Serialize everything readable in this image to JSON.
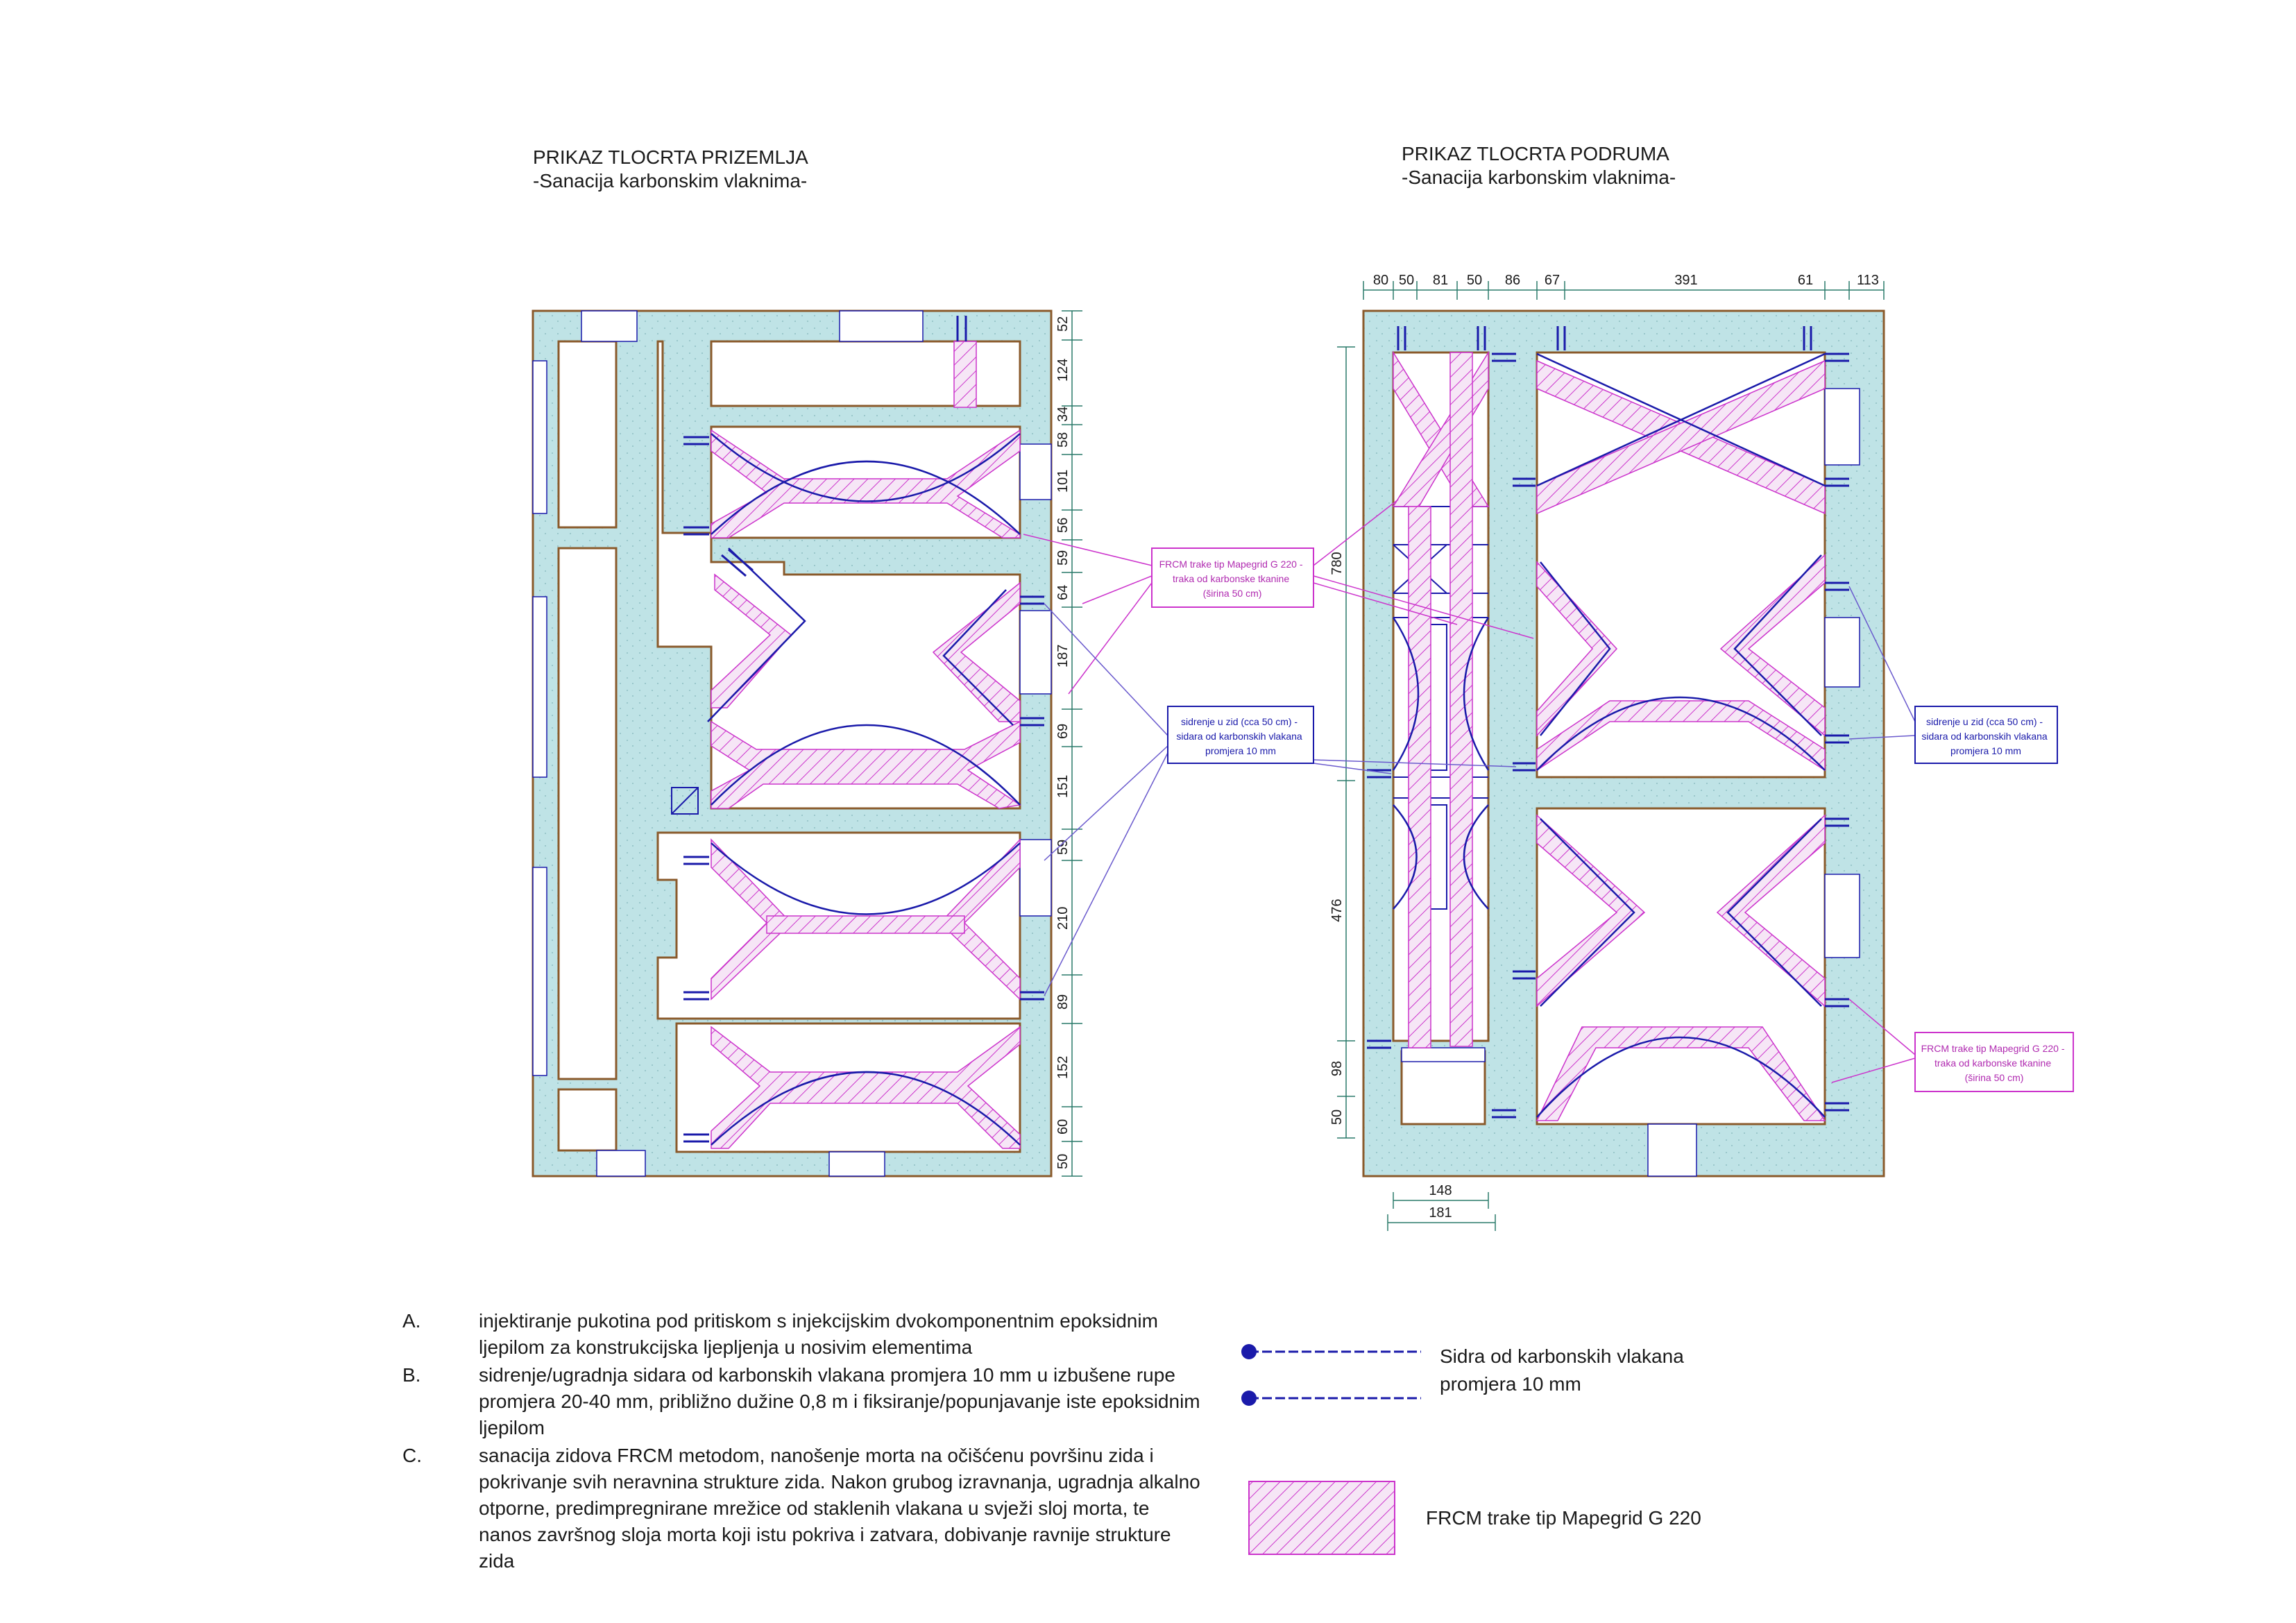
{
  "titles": {
    "ground": {
      "title": "PRIKAZ TLOCRTA PRIZEMLJA",
      "subtitle": "-Sanacija karbonskim vlaknima-"
    },
    "basement": {
      "title": "PRIKAZ TLOCRTA PODRUMA",
      "subtitle": "-Sanacija karbonskim vlaknima-"
    }
  },
  "callouts": {
    "frcm_left": [
      "FRCM trake tip Mapegrid G 220 -",
      "traka od karbonske tkanine",
      "(širina 50 cm)"
    ],
    "anchor_left": [
      "sidrenje u zid (cca 50 cm) -",
      "sidara od karbonskih vlakana",
      "promjera 10 mm"
    ],
    "anchor_right": [
      "sidrenje u zid (cca 50 cm) -",
      "sidara od karbonskih vlakana",
      "promjera 10 mm"
    ],
    "frcm_right": [
      "FRCM trake tip Mapegrid G 220 -",
      "traka od karbonske tkanine",
      "(širina 50 cm)"
    ]
  },
  "dimensions": {
    "ground_right": [
      "52",
      "124",
      "34",
      "58",
      "101",
      "56",
      "59",
      "64",
      "187",
      "69",
      "151",
      "59",
      "210",
      "89",
      "152",
      "60",
      "50"
    ],
    "basement_top": [
      "80",
      "50",
      "81",
      "50",
      "86",
      "67",
      "391",
      "61",
      "113"
    ],
    "basement_left": [
      "780",
      "476",
      "98",
      "50"
    ],
    "basement_bottom": [
      "148",
      "181"
    ]
  },
  "notes": [
    {
      "letter": "A.",
      "text": "injektiranje pukotina pod pritiskom s injekcijskim dvokomponentnim epoksidnim ljepilom za konstrukcijska ljepljenja u nosivim elementima"
    },
    {
      "letter": "B.",
      "text": "sidrenje/ugradnja sidara od karbonskih vlakana promjera 10 mm u izbušene rupe promjera 20-40 mm, približno dužine 0,8 m i fiksiranje/popunjavanje iste epoksidnim ljepilom"
    },
    {
      "letter": "C.",
      "text": "sanacija zidova FRCM metodom, nanošenje morta na očišćenu površinu zida i pokrivanje svih neravnina strukture zida. Nakon grubog izravnanja, ugradnja alkalno otporne, predimpregnirane mrežice od staklenih vlakana u svježi sloj morta, te nanos završnog sloja morta koji istu pokriva i zatvara, dobivanje ravnije strukture zida"
    }
  ],
  "legend": {
    "anchors_line1": "Sidra od karbonskih vlakana",
    "anchors_line2": "promjera 10 mm",
    "frcm": "FRCM trake tip Mapegrid G 220"
  },
  "colors": {
    "wall_fill": "#bfe3e6",
    "wall_outline": "#8a5a2b",
    "frcm_strip": "#cc33cc",
    "anchor": "#1a1aaa",
    "dimension": "#2a7a6a"
  }
}
